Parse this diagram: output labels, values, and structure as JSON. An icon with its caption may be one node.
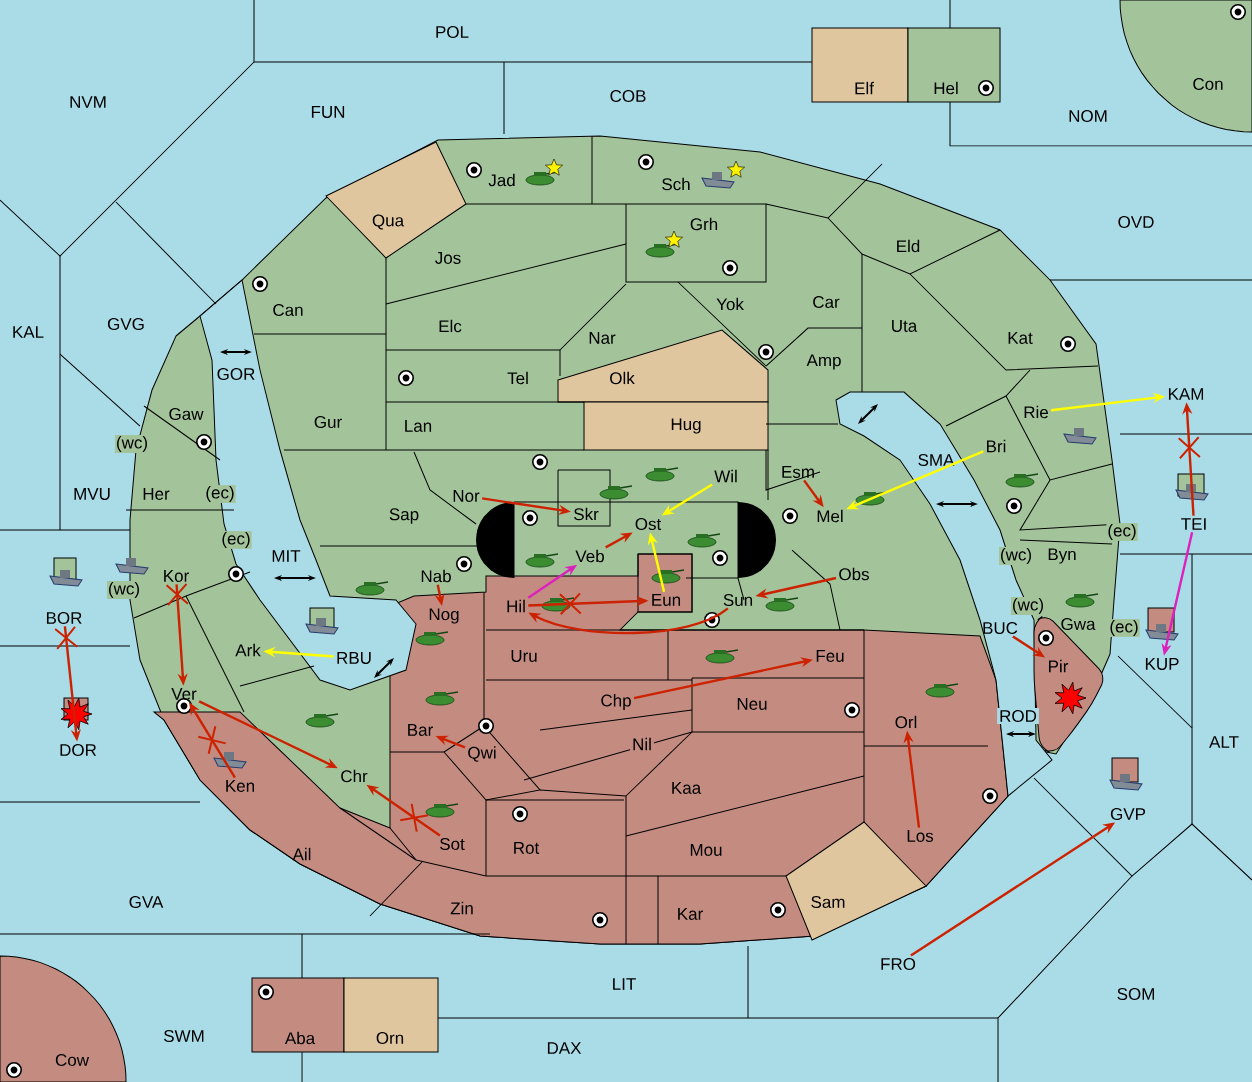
{
  "diagram": {
    "nodes": [
      {
        "text": [
          "POL"
        ]
      },
      {
        "text": [
          "Con"
        ]
      },
      {
        "text": [
          "Elf"
        ]
      },
      {
        "text": [
          "Hel"
        ]
      },
      {
        "text": [
          "COB"
        ]
      },
      {
        "text": [
          "NVM"
        ]
      },
      {
        "text": [
          "FUN"
        ]
      },
      {
        "text": [
          "NOM"
        ]
      },
      {
        "text": [
          "Jad"
        ]
      },
      {
        "text": [
          "Sch"
        ]
      },
      {
        "text": [
          "Qua"
        ]
      },
      {
        "text": [
          "OVD"
        ]
      },
      {
        "text": [
          "Grh"
        ]
      },
      {
        "text": [
          "Eld"
        ]
      },
      {
        "text": [
          "Jos"
        ]
      },
      {
        "text": [
          "Yok"
        ]
      },
      {
        "text": [
          "Car"
        ]
      },
      {
        "text": [
          "Can"
        ]
      },
      {
        "text": [
          "GVG"
        ]
      },
      {
        "text": [
          "Elc"
        ]
      },
      {
        "text": [
          "Uta"
        ]
      },
      {
        "text": [
          "KAL"
        ]
      },
      {
        "text": [
          "Nar"
        ]
      },
      {
        "text": [
          "Kat"
        ]
      },
      {
        "text": [
          "Amp"
        ]
      },
      {
        "text": [
          "GOR"
        ]
      },
      {
        "text": [
          "Olk"
        ]
      },
      {
        "text": [
          "Tel"
        ]
      },
      {
        "text": [
          "KAM"
        ]
      },
      {
        "text": [
          "Gaw"
        ]
      },
      {
        "text": [
          "Rie"
        ]
      },
      {
        "text": [
          "Gur"
        ]
      },
      {
        "text": [
          "Lan"
        ]
      },
      {
        "text": [
          "Hug"
        ]
      },
      {
        "text": [
          "Bri"
        ]
      },
      {
        "text": [
          "SMA"
        ]
      },
      {
        "text": [
          "Esm"
        ]
      },
      {
        "text": [
          "Wil"
        ]
      },
      {
        "text": [
          "Her"
        ]
      },
      {
        "text": [
          "MVU"
        ]
      },
      {
        "text": [
          "Nor"
        ]
      },
      {
        "text": [
          "Mel"
        ]
      },
      {
        "text": [
          "Sap"
        ]
      },
      {
        "text": [
          "Skr"
        ]
      },
      {
        "text": [
          "Ost"
        ]
      },
      {
        "text": [
          "TEI"
        ]
      },
      {
        "text": [
          "Veb"
        ]
      },
      {
        "text": [
          "MIT"
        ]
      },
      {
        "text": [
          "Byn"
        ]
      },
      {
        "text": [
          "Kor"
        ]
      },
      {
        "text": [
          "Nab"
        ]
      },
      {
        "text": [
          "Obs"
        ]
      },
      {
        "text": [
          "Eun"
        ]
      },
      {
        "text": [
          "Sun"
        ]
      },
      {
        "text": [
          "Hil"
        ]
      },
      {
        "text": [
          "Nog"
        ]
      },
      {
        "text": [
          "BOR"
        ]
      },
      {
        "text": [
          "Gwa"
        ]
      },
      {
        "text": [
          "BUC"
        ]
      },
      {
        "text": [
          "Ark"
        ]
      },
      {
        "text": [
          "Uru"
        ]
      },
      {
        "text": [
          "Feu"
        ]
      },
      {
        "text": [
          "RBU"
        ]
      },
      {
        "text": [
          "KUP"
        ]
      },
      {
        "text": [
          "Pir"
        ]
      },
      {
        "text": [
          "Ver"
        ]
      },
      {
        "text": [
          "Chp"
        ]
      },
      {
        "text": [
          "Neu"
        ]
      },
      {
        "text": [
          "ROD"
        ]
      },
      {
        "text": [
          "Orl"
        ]
      },
      {
        "text": [
          "Bar"
        ]
      },
      {
        "text": [
          "Nil"
        ]
      },
      {
        "text": [
          "ALT"
        ]
      },
      {
        "text": [
          "DOR"
        ]
      },
      {
        "text": [
          "Qwi"
        ]
      },
      {
        "text": [
          "Chr"
        ]
      },
      {
        "text": [
          "Ken"
        ]
      },
      {
        "text": [
          "Kaa"
        ]
      },
      {
        "text": [
          "GVP"
        ]
      },
      {
        "text": [
          "Los"
        ]
      },
      {
        "text": [
          "Sot"
        ]
      },
      {
        "text": [
          "Rot"
        ]
      },
      {
        "text": [
          "Mou"
        ]
      },
      {
        "text": [
          "Ail"
        ]
      },
      {
        "text": [
          "GVA"
        ]
      },
      {
        "text": [
          "Sam"
        ]
      },
      {
        "text": [
          "Zin"
        ]
      },
      {
        "text": [
          "Kar"
        ]
      },
      {
        "text": [
          "FRO"
        ]
      },
      {
        "text": [
          "LIT"
        ]
      },
      {
        "text": [
          "SOM"
        ]
      },
      {
        "text": [
          "SWM"
        ]
      },
      {
        "text": [
          "Aba"
        ]
      },
      {
        "text": [
          "Orn"
        ]
      },
      {
        "text": [
          "DAX"
        ]
      },
      {
        "text": [
          "Cow"
        ]
      }
    ],
    "edges": [
      {
        "from": 40,
        "to": 43,
        "arrow": "to"
      },
      {
        "from": 37,
        "to": 44,
        "arrow": "to",
        "color": "#ffff00"
      },
      {
        "from": 46,
        "to": 44,
        "arrow": "to"
      },
      {
        "from": 54,
        "to": 46,
        "arrow": "to",
        "color": "#dd22bb"
      },
      {
        "from": 54,
        "to": 52,
        "arrow": "to"
      },
      {
        "from": 53,
        "to": 54,
        "arrow": "to"
      },
      {
        "from": 51,
        "to": 53,
        "arrow": "to"
      },
      {
        "from": 52,
        "to": 44,
        "arrow": "to",
        "color": "#ffff00"
      },
      {
        "from": 66,
        "to": 61,
        "arrow": "to"
      },
      {
        "from": 74,
        "to": 70,
        "arrow": "to"
      },
      {
        "from": 80,
        "to": 75,
        "arrow": "to"
      },
      {
        "from": 49,
        "to": 65,
        "arrow": "to"
      },
      {
        "from": 65,
        "to": 75,
        "arrow": "to"
      },
      {
        "from": 76,
        "to": 65,
        "arrow": "to"
      },
      {
        "from": 62,
        "to": 59,
        "arrow": "to",
        "color": "#ffff00"
      },
      {
        "from": 50,
        "to": 55,
        "arrow": "to"
      },
      {
        "from": 56,
        "to": 73,
        "arrow": "to"
      },
      {
        "from": 36,
        "to": 41,
        "arrow": "to"
      },
      {
        "from": 34,
        "to": 41,
        "arrow": "to",
        "color": "#ffff00"
      },
      {
        "from": 30,
        "to": 28,
        "arrow": "to",
        "color": "#ffff00"
      },
      {
        "from": 45,
        "to": 28,
        "arrow": "to"
      },
      {
        "from": 45,
        "to": 63,
        "arrow": "to",
        "color": "#dd22bb"
      },
      {
        "from": 58,
        "to": 64,
        "arrow": "to"
      },
      {
        "from": 79,
        "to": 69,
        "arrow": "to"
      },
      {
        "from": 88,
        "to": 78,
        "arrow": "to"
      }
    ],
    "labels": [
      "(wc)",
      "(ec)",
      "(ec)",
      "(ec)",
      "(wc)",
      "(wc)",
      "(wc)",
      "(ec)"
    ]
  }
}
